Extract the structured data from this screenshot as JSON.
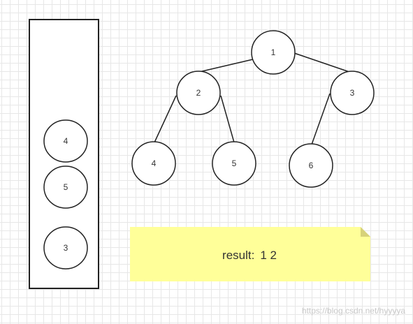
{
  "colors": {
    "stroke": "#222222",
    "node_fill": "#ffffff",
    "note_fill": "#ffff99",
    "note_fold": "#d7d27a"
  },
  "stack": {
    "items": [
      "4",
      "5",
      "3"
    ]
  },
  "tree": {
    "nodes": [
      "1",
      "2",
      "3",
      "4",
      "5",
      "6"
    ],
    "edges": [
      [
        "1",
        "2"
      ],
      [
        "1",
        "3"
      ],
      [
        "2",
        "4"
      ],
      [
        "2",
        "5"
      ],
      [
        "3",
        "6"
      ]
    ]
  },
  "note": {
    "label": "result:",
    "value": "1 2"
  },
  "watermark": "https://blog.csdn.net/hyyyya"
}
